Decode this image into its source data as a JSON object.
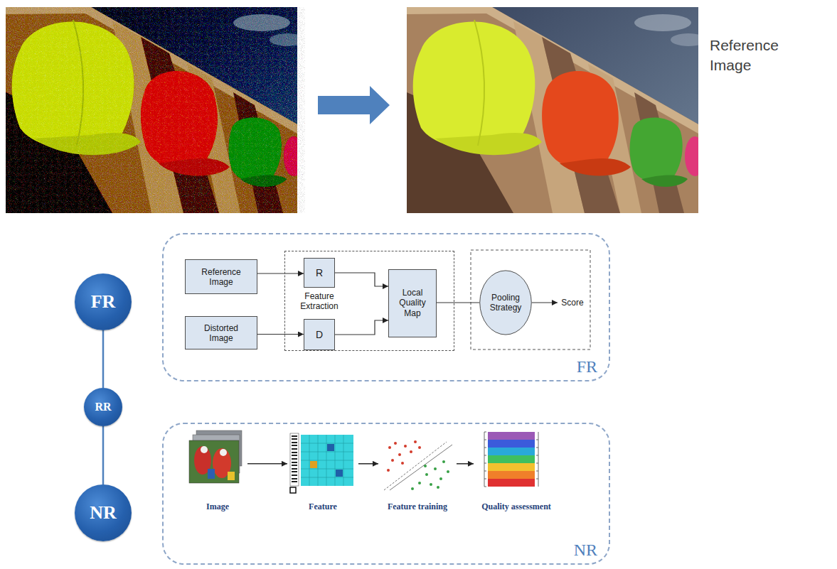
{
  "diagram": {
    "nodes": [
      {
        "text": [
          "FR"
        ]
      },
      {
        "text": [
          "FR"
        ]
      },
      {
        "text": [
          "Reference Image"
        ],
        "in": 1
      },
      {
        "text": [
          "Distorted Image"
        ],
        "in": 1
      },
      {
        "text": [
          "Feature Extraction"
        ],
        "in": 1
      },
      {
        "text": [
          "R"
        ],
        "in": 4
      },
      {
        "text": [
          "D"
        ],
        "in": 4
      },
      {
        "text": [
          "Local Quality Map"
        ],
        "in": 4
      },
      {
        "text": [
          "Pooling Strategy"
        ],
        "in": 1
      },
      {
        "text": [
          "Score"
        ],
        "in": 1
      },
      {
        "text": [
          "RR"
        ]
      },
      {
        "text": [
          "NR"
        ]
      },
      {
        "text": [
          "NR"
        ]
      },
      {
        "text": [
          "Image"
        ],
        "in": 12
      },
      {
        "text": [
          "Feature"
        ],
        "in": 12
      },
      {
        "text": [
          "Feature training"
        ],
        "in": 12
      },
      {
        "text": [
          "Quality assessment"
        ],
        "in": 12
      }
    ],
    "edges": [
      {
        "from": 2,
        "to": 5,
        "arrow": "to"
      },
      {
        "from": 3,
        "to": 6,
        "arrow": "to"
      },
      {
        "from": 5,
        "to": 7,
        "arrow": "to"
      },
      {
        "from": 6,
        "to": 7,
        "arrow": "to"
      },
      {
        "from": 7,
        "to": 8,
        "arrow": "none"
      },
      {
        "from": 8,
        "to": 9,
        "arrow": "to"
      },
      {
        "from": 0,
        "to": 10,
        "arrow": "none"
      },
      {
        "from": 10,
        "to": 11,
        "arrow": "none"
      },
      {
        "from": 13,
        "to": 14,
        "arrow": "to"
      },
      {
        "from": 14,
        "to": 15,
        "arrow": "to"
      },
      {
        "from": 15,
        "to": 16,
        "arrow": "to"
      }
    ],
    "labels": [
      "Reference Image"
    ]
  }
}
